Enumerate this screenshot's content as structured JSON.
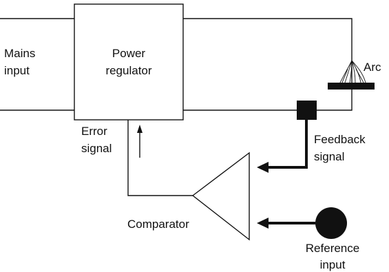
{
  "diagram": {
    "blocks": {
      "power_regulator": {
        "label_lines": [
          "Power",
          "regulator"
        ]
      },
      "comparator": {
        "label": "Comparator"
      }
    },
    "labels": {
      "mains_input": [
        "Mains",
        "input"
      ],
      "arc": "Arc",
      "error_signal": [
        "Error",
        "signal"
      ],
      "feedback_signal": [
        "Feedback",
        "signal"
      ],
      "reference_input": [
        "Reference",
        "input"
      ]
    },
    "colors": {
      "line": "#111111",
      "background": "#ffffff"
    }
  }
}
